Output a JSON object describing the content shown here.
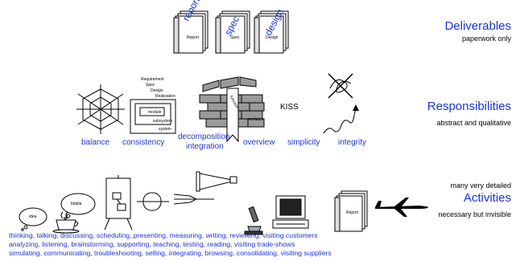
{
  "deliverables": {
    "title": "Deliverables",
    "subtitle": "paperwork only",
    "docs": [
      {
        "tab": "report",
        "caption": "Report"
      },
      {
        "tab": "spec",
        "caption": "Spec"
      },
      {
        "tab": "design",
        "caption": "Design"
      }
    ]
  },
  "responsibilities": {
    "title": "Responsibilities",
    "subtitle": "abstract and qualitative",
    "items": {
      "balance": "balance",
      "consistency": "consistency",
      "decomposition": "decomposition",
      "integration": "integration",
      "overview": "overview",
      "simplicity": "simplicity",
      "integrity": "integrity"
    },
    "kiss": "KISS",
    "consistency_steps": [
      "Requirement",
      "Spec",
      "Design",
      "Realization"
    ],
    "consistency_boxes": {
      "module": "module",
      "subsystem": "subsystem",
      "system": "system"
    },
    "wall_labels": {
      "function": "function",
      "modules": "modules"
    }
  },
  "activities": {
    "pre": "many very detailed",
    "title": "Activities",
    "subtitle": "necessary but invisible",
    "bubble_small": "idea",
    "bubble_large": "blabla",
    "report_caption": "Report",
    "lines": [
      "thinking, talking, discussing, scheduling, presenting, measuring, writing, reviewing, visiting customers",
      "analyzing, listening, brainstorming, supporting, teaching, testing, reading, visiting trade-shows",
      "simulating, communicating, troubleshooting, selling, integrating, browsing, consolidating, visiting suppliers"
    ]
  },
  "colors": {
    "accent": "#1a33d6",
    "ink": "#000000",
    "brick": "#9a9a9a"
  }
}
